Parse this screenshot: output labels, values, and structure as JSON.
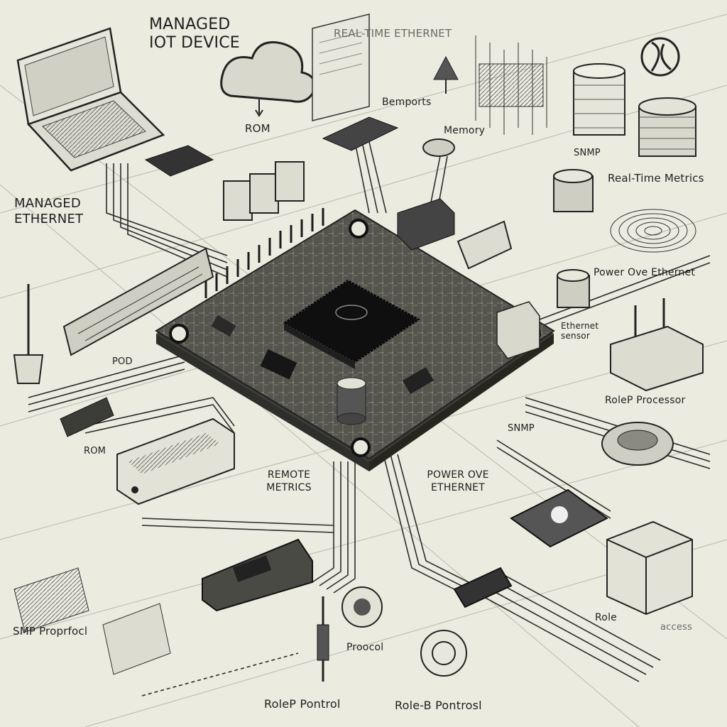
{
  "labels": {
    "managed_iot_device": "MANAGED IOT DEVICE",
    "real_time_ethernet": "REAL-TIME ETHERNET",
    "rom_top": "ROM",
    "bemports": "Bemports",
    "memory": "Memory",
    "snmp_top": "SNMP",
    "real_time_metrics": "Real-Time Metrics",
    "managed_ethernet": "MANAGED ETHERNET",
    "power_over_ethernet_right": "Power Ove Ethernet",
    "ethernet_sensor": "Ethernet sensor",
    "pod": "POD",
    "rom_left": "ROM",
    "rolep_processor": "RoleP Processor",
    "snmp_mid": "SNMP",
    "remote_metrics": "REMOTE METRICS",
    "power_over_ethernet_mid": "POWER OVE ETHERNET",
    "role": "Role",
    "access": "access",
    "snmp_protocol": "SMP Proprfocl",
    "protocol": "Proocol",
    "rolep_control": "RoleP Pontrol",
    "roleb_control": "Role-B Pontrosl"
  },
  "icons": [
    "laptop-icon",
    "cloud-icon",
    "memory-chip-icon",
    "microcontroller-icon",
    "server-stack-icon",
    "antenna-icon",
    "router-icon",
    "gauge-icon",
    "key-lock-icon",
    "probe-icon",
    "network-switch-icon"
  ],
  "colors": {
    "background": "#ecebe0",
    "board": "#4a4a44",
    "ink": "#222222",
    "chip": "#1b1b1b"
  }
}
